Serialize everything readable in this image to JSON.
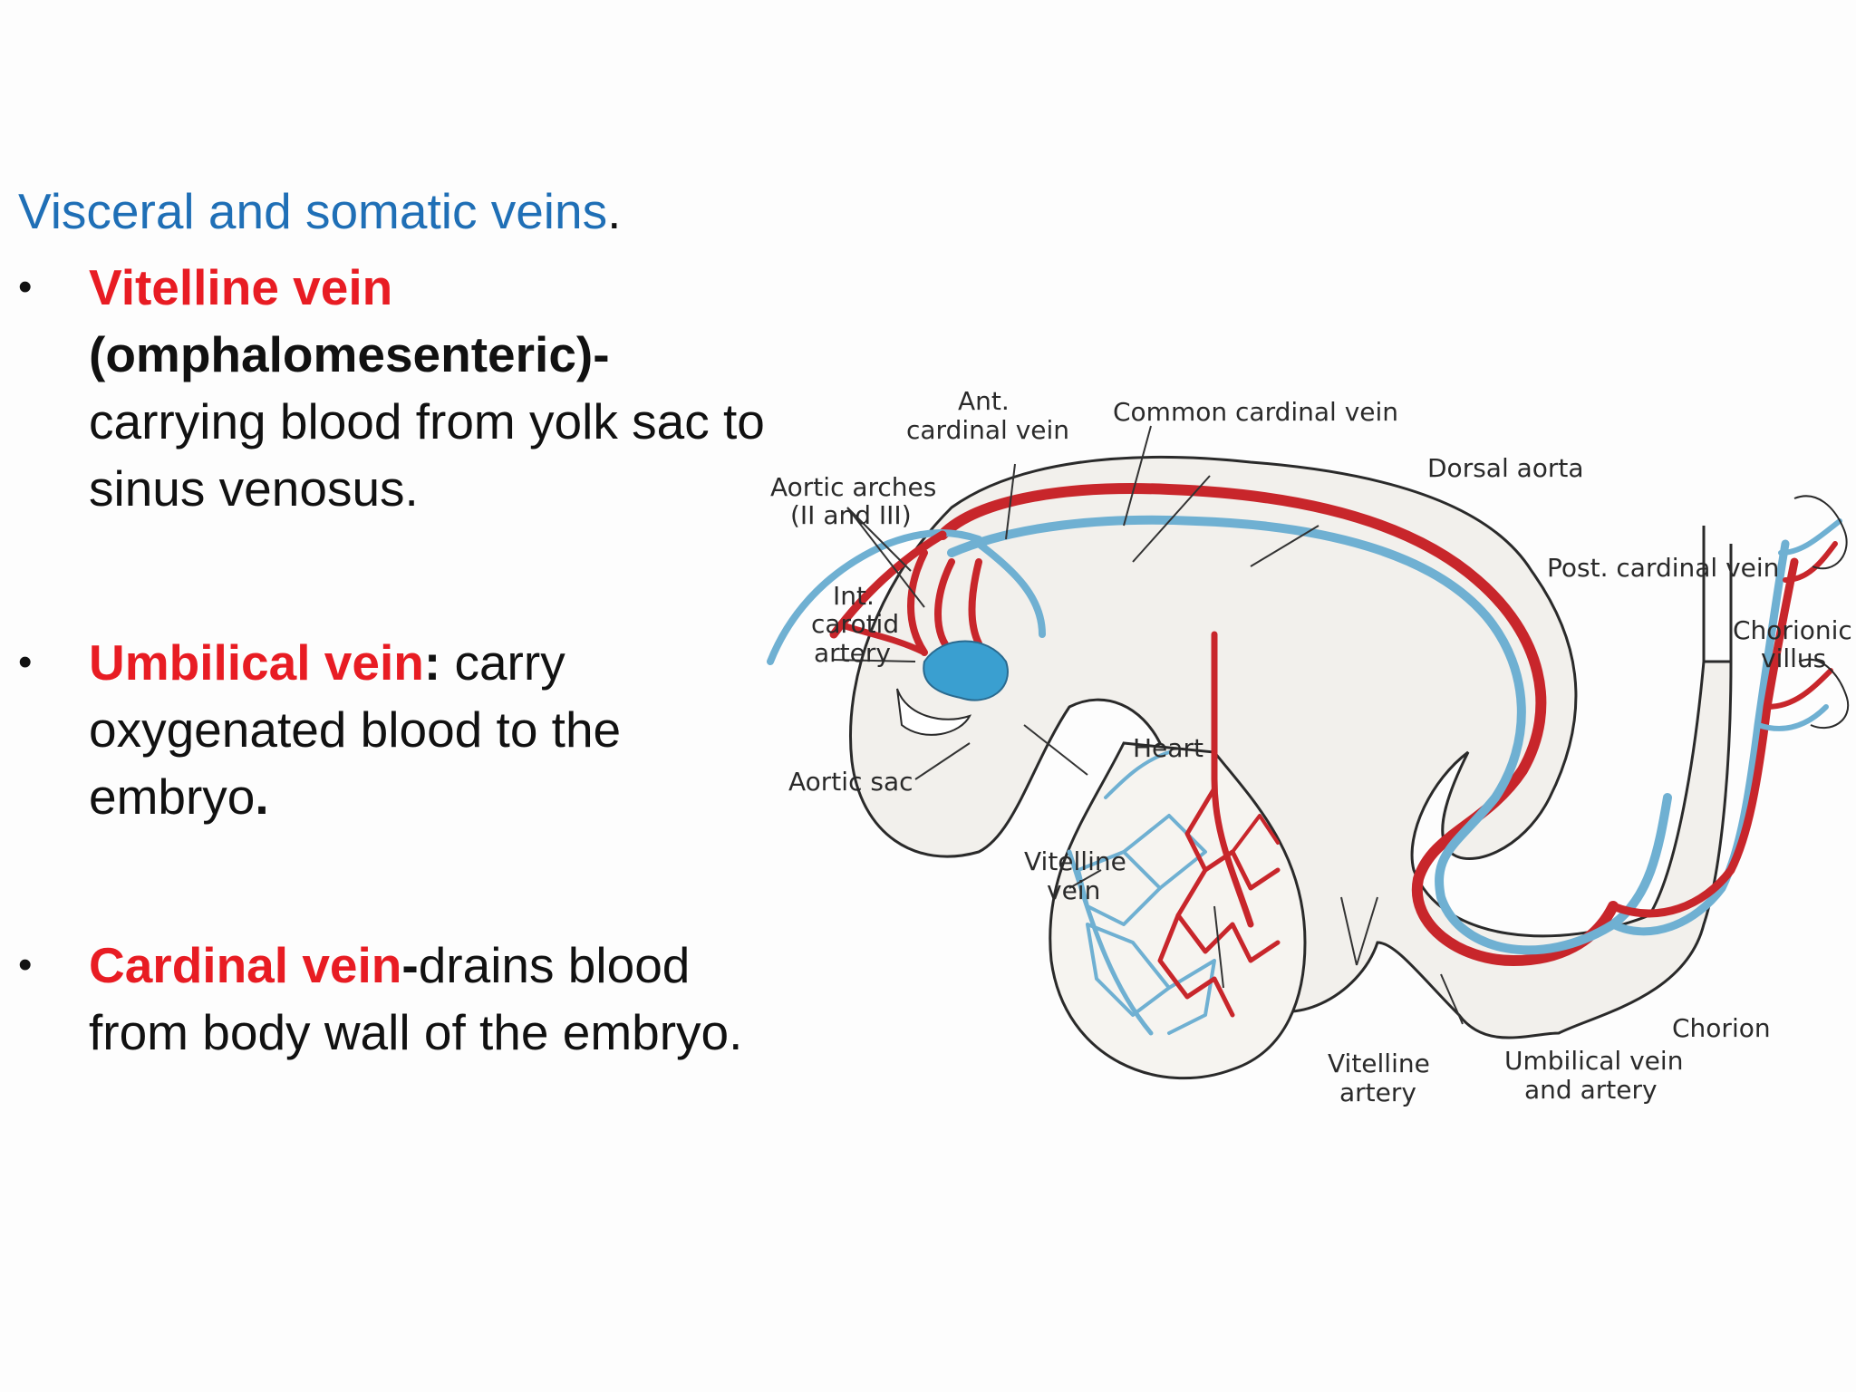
{
  "heading": {
    "text": "Visceral and somatic veins",
    "punct": "."
  },
  "points": [
    {
      "term": "Vitelline vein",
      "bold_cont": "(omphalomesenteric)-",
      "rest": "carrying blood from yolk sac to sinus venosus."
    },
    {
      "term": "Umbilical vein",
      "colon": ":",
      "rest": " carry oxygenated blood to the embryo",
      "end": "."
    },
    {
      "term": "Cardinal vein",
      "dash": "-",
      "rest": "drains blood from body wall of the embryo."
    }
  ],
  "diagram": {
    "labels": {
      "ant_cardinal_1": "Ant.",
      "ant_cardinal_2": "cardinal vein",
      "common_cardinal": "Common cardinal vein",
      "dorsal_aorta": "Dorsal aorta",
      "aortic_arches_1": "Aortic arches",
      "aortic_arches_2": "(II and III)",
      "int_carotid_1": "Int.",
      "int_carotid_2": "carotid",
      "int_carotid_3": "artery",
      "post_cardinal": "Post. cardinal vein",
      "chorionic_1": "Chorionic",
      "chorionic_2": "villus",
      "heart": "Heart",
      "aortic_sac": "Aortic sac",
      "vitelline_vein_1": "Vitelline",
      "vitelline_vein_2": "vein",
      "vitelline_artery_1": "Vitelline",
      "vitelline_artery_2": "artery",
      "umbilical_1": "Umbilical vein",
      "umbilical_2": "and artery",
      "chorion": "Chorion"
    },
    "colors": {
      "vein": "#6fb0d2",
      "artery": "#c8262b",
      "heart": "#3a9fd0",
      "body": "#f2f0ec"
    }
  }
}
